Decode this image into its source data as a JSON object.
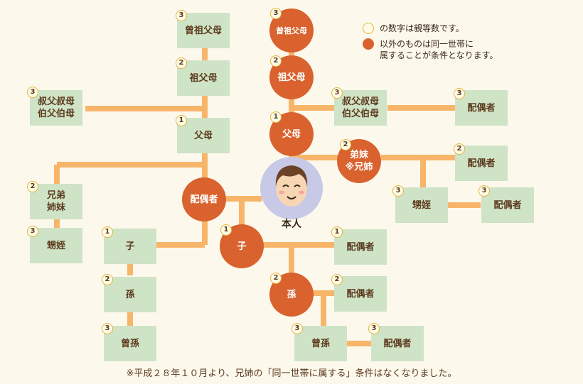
{
  "legend": {
    "white_text": "の数字は親等数です。",
    "orange_text": "以外のものは同一世帯に\n属することが条件となります。"
  },
  "center": {
    "label": "本人"
  },
  "nodes": {
    "sosofubo": {
      "label": "曾祖父母",
      "degree": "3"
    },
    "sofubo": {
      "label": "祖父母",
      "degree": "2"
    },
    "oji_left": {
      "label": "叔父叔母\n伯父伯母",
      "degree": "3"
    },
    "fubo": {
      "label": "父母",
      "degree": "1"
    },
    "kyodai": {
      "label": "兄弟\n姉妹",
      "degree": "2"
    },
    "oimei_left": {
      "label": "甥姪",
      "degree": "3"
    },
    "ko_left": {
      "label": "子",
      "degree": "1"
    },
    "mago_left": {
      "label": "孫",
      "degree": "2"
    },
    "himago_left": {
      "label": "曾孫",
      "degree": "3"
    },
    "spouse_sosofubo": {
      "label": "曾祖父母",
      "degree": "3"
    },
    "spouse_sofubo": {
      "label": "祖父母",
      "degree": "2"
    },
    "spouse_fubo": {
      "label": "父母",
      "degree": "1"
    },
    "spouse": {
      "label": "配偶者"
    },
    "oji_right": {
      "label": "叔父叔母\n伯父伯母",
      "degree": "3"
    },
    "oji_right_spouse": {
      "label": "配偶者",
      "degree": "3"
    },
    "otoutoimouto": {
      "label": "弟妹\n※兄姉",
      "degree": "2"
    },
    "otouto_spouse": {
      "label": "配偶者",
      "degree": "2"
    },
    "oimei_right": {
      "label": "甥姪",
      "degree": "3"
    },
    "oimei_spouse": {
      "label": "配偶者",
      "degree": "3"
    },
    "ko_center": {
      "label": "子",
      "degree": "1"
    },
    "ko_spouse": {
      "label": "配偶者",
      "degree": "1"
    },
    "mago_center": {
      "label": "孫",
      "degree": "2"
    },
    "mago_spouse": {
      "label": "配偶者",
      "degree": "2"
    },
    "himago_center": {
      "label": "曾孫",
      "degree": "3"
    },
    "himago_spouse": {
      "label": "配偶者",
      "degree": "3"
    }
  },
  "colors": {
    "line": "#f7b56a",
    "box": "#cfe3c6",
    "circle": "#d9622f",
    "center": "#c7c9e6",
    "background": "#fdf8ec"
  },
  "footnote": "※平成２８年１０月より、兄姉の「同一世帯に属する」条件はなくなりました。"
}
